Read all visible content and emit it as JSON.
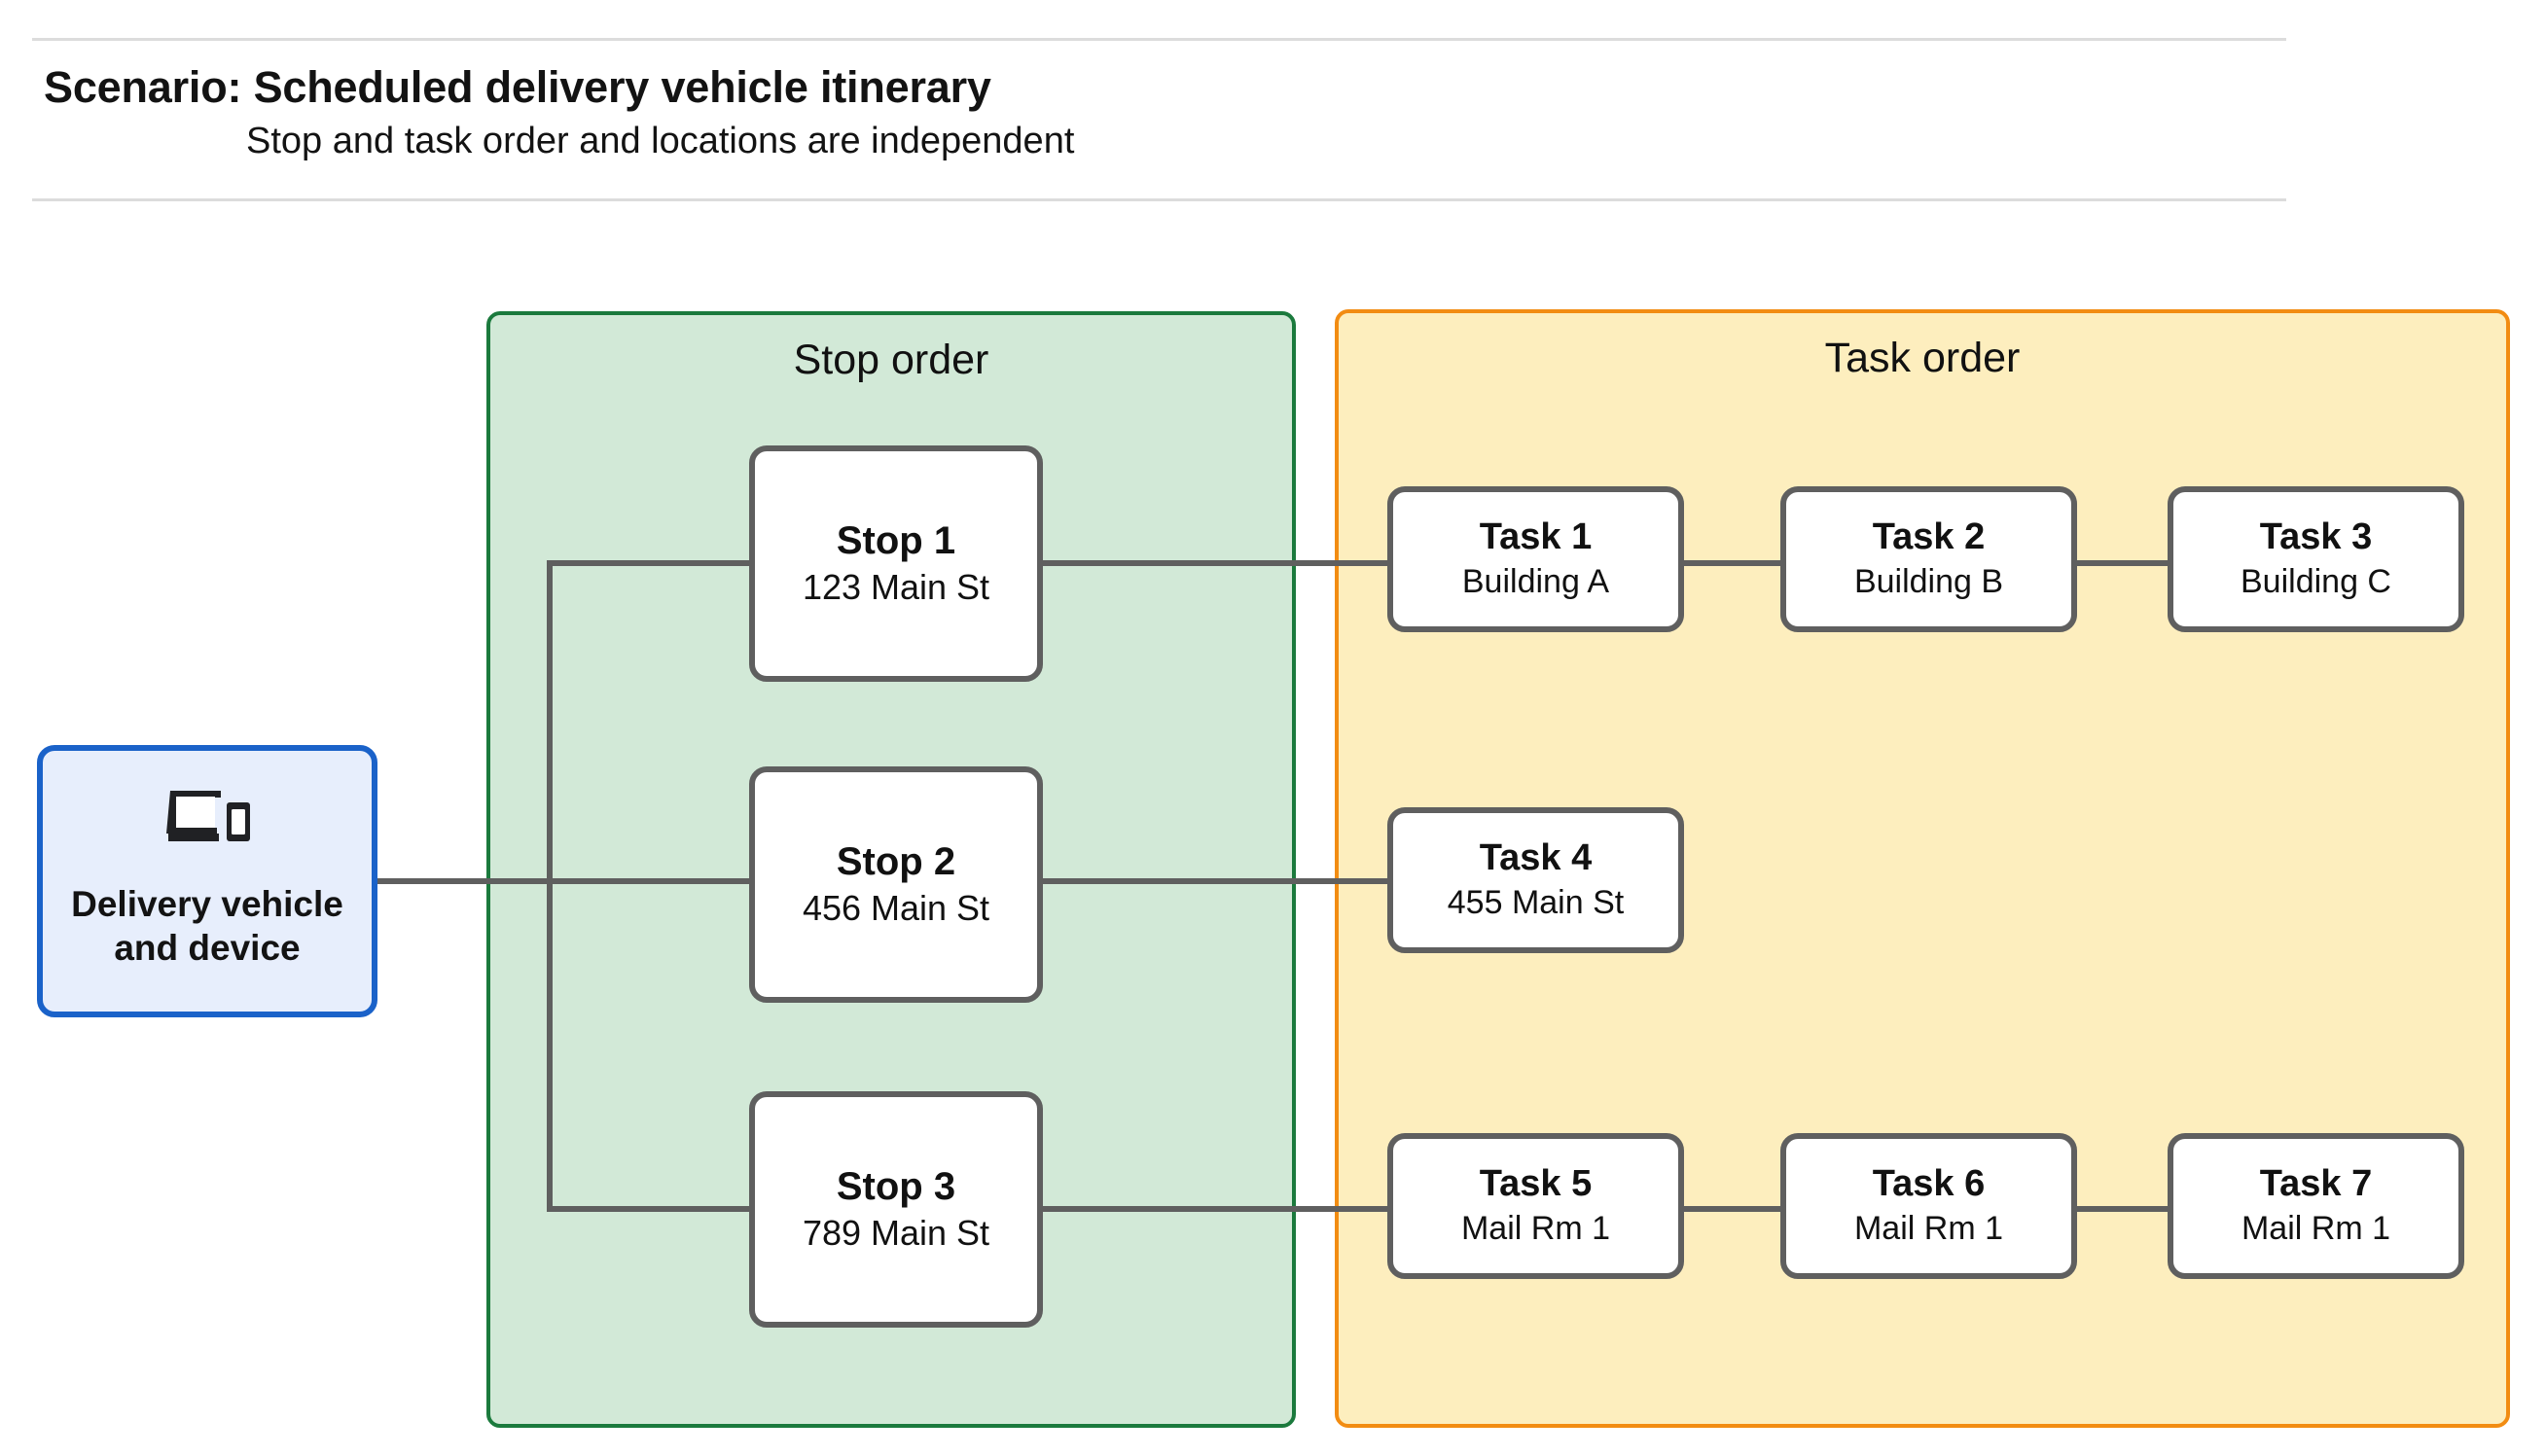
{
  "header": {
    "title": "Scenario: Scheduled delivery vehicle itinerary",
    "subtitle": "Stop and task order and locations are independent"
  },
  "device": {
    "icon": "laptop-and-phone-icon",
    "label": "Delivery vehicle\nand device"
  },
  "panels": {
    "stop_order": {
      "title": "Stop order",
      "fill_color": "#d2e9d7",
      "border_color": "#1b7a3d"
    },
    "task_order": {
      "title": "Task order",
      "fill_color": "#fdeebe",
      "border_color": "#f28c12"
    }
  },
  "stops": [
    {
      "title": "Stop 1",
      "location": "123 Main St"
    },
    {
      "title": "Stop 2",
      "location": "456 Main St"
    },
    {
      "title": "Stop 3",
      "location": "789 Main St"
    }
  ],
  "tasks": [
    {
      "title": "Task 1",
      "location": "Building A"
    },
    {
      "title": "Task 2",
      "location": "Building B"
    },
    {
      "title": "Task 3",
      "location": "Building C"
    },
    {
      "title": "Task 4",
      "location": "455 Main St"
    },
    {
      "title": "Task 5",
      "location": "Mail Rm 1"
    },
    {
      "title": "Task 6",
      "location": "Mail Rm 1"
    },
    {
      "title": "Task 7",
      "location": "Mail Rm 1"
    }
  ],
  "colors": {
    "connector": "#5f5f5f",
    "device_border": "#1a62c9",
    "device_fill": "#e7eefc",
    "node_border": "#5f5f5f",
    "rule": "#dcdcdc",
    "text": "#111111"
  }
}
